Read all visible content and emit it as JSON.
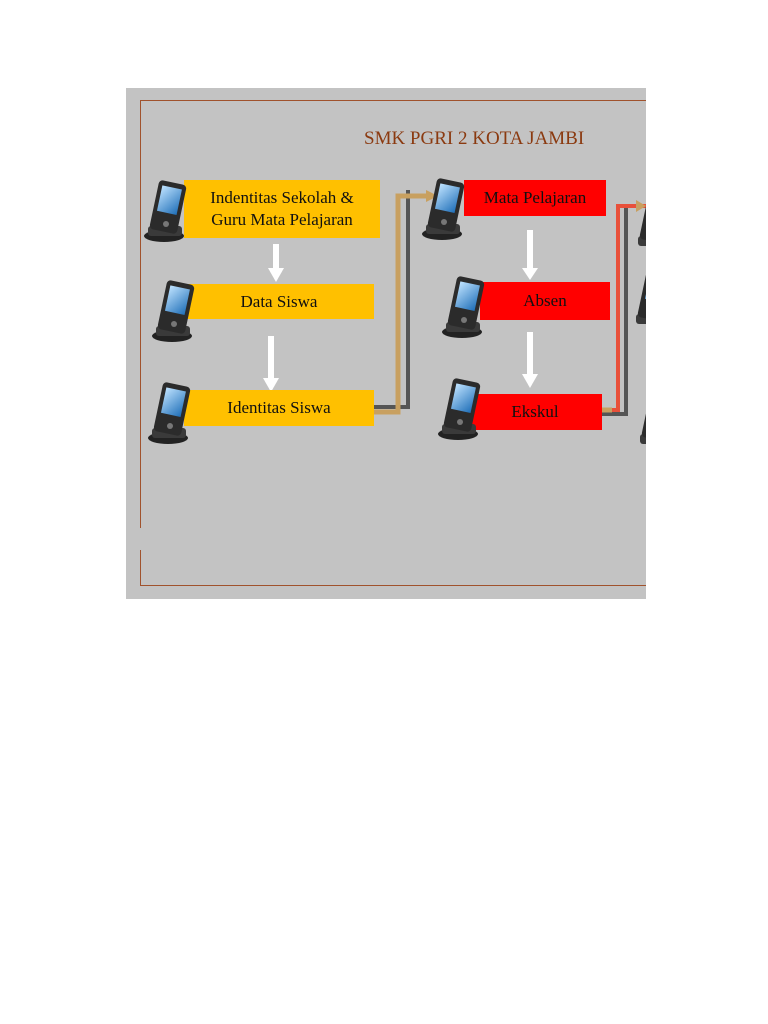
{
  "title": "SMK PGRI 2 KOTA JAMBI",
  "colors": {
    "slide_background": "#c3c3c3",
    "frame": "#a0522d",
    "title": "#8b3a10",
    "yellow_box": "#ffc000",
    "red_box": "#ff0000",
    "connector_tan": "#c8a060",
    "connector_dark": "#555555",
    "connector_red": "#e8503a",
    "arrow_white": "#ffffff"
  },
  "column1": {
    "box1": "Indentitas Sekolah &\nGuru  Mata Pelajaran",
    "box2": "Data Siswa",
    "box3": "Identitas Siswa"
  },
  "column2": {
    "box1": "Mata Pelajaran",
    "box2": "Absen",
    "box3": "Ekskul"
  },
  "icons": {
    "device": "pda-cradle-icon"
  }
}
